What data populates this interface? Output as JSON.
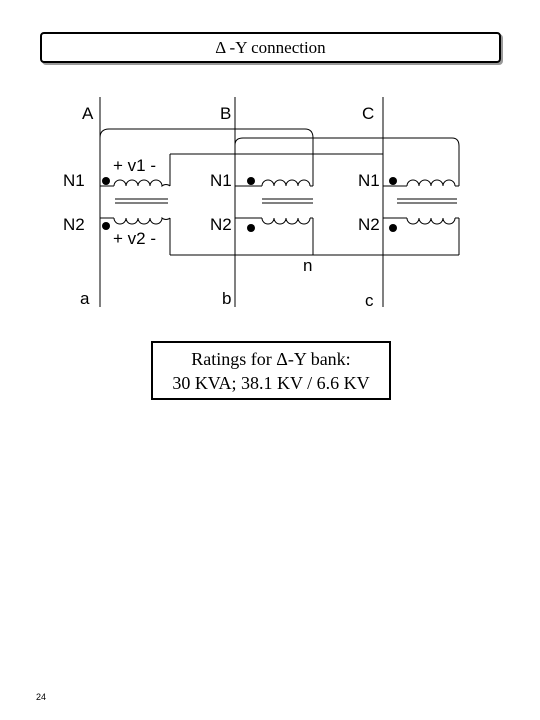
{
  "title": "Δ -Y connection",
  "phases_primary": [
    "A",
    "B",
    "C"
  ],
  "phases_secondary": [
    "a",
    "b",
    "c"
  ],
  "winding_labels": {
    "primary": "N1",
    "secondary": "N2"
  },
  "voltage_labels": {
    "v1": "+ v1 -",
    "v2": "+ v2 -"
  },
  "neutral_label": "n",
  "ratings": {
    "line1": "Ratings for Δ-Y bank:",
    "line2": "30 KVA; 38.1 KV / 6.6 KV"
  },
  "page_number": "24"
}
